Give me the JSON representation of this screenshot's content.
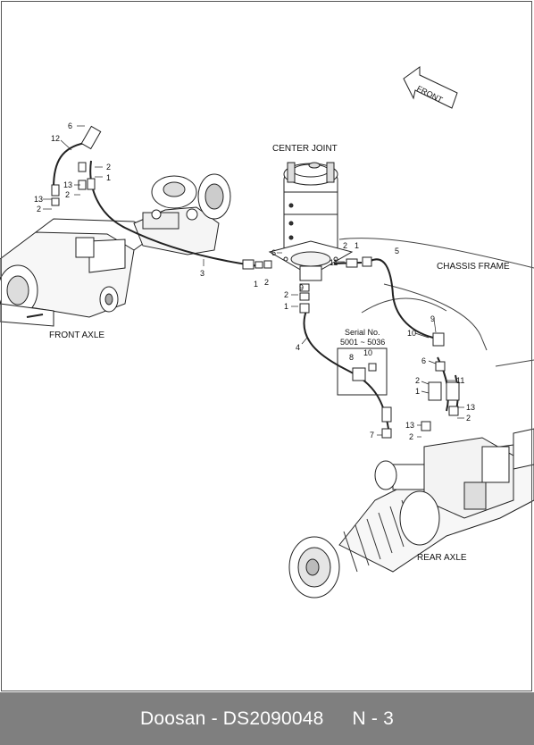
{
  "labels": {
    "front": "FRONT",
    "center_joint": "CENTER JOINT",
    "chassis_frame": "CHASSIS FRAME",
    "front_axle": "FRONT AXLE",
    "rear_axle": "REAR AXLE",
    "serial_no": "Serial No.",
    "serial_range": "5001 ~ 5036"
  },
  "callouts": {
    "p1_6": "6",
    "p1_12": "12",
    "p1_2a": "2",
    "p1_1a": "1",
    "p1_13a": "13",
    "p1_2b": "2",
    "p1_13b": "13",
    "p1_2c": "2",
    "p2_3": "3",
    "p2_1": "1",
    "p2_2": "2",
    "p2_6": "6",
    "p3_2": "2",
    "p3_1": "1",
    "p3_11": "11",
    "p3_5": "5",
    "p3_9": "9",
    "p3_2b": "2",
    "p3_1b": "1",
    "p3_4": "4",
    "p4_10": "10",
    "p4_8": "8",
    "p4_10b": "10",
    "p4_9": "9",
    "p4_6": "6",
    "p4_2": "2",
    "p4_11": "11",
    "p4_1": "1",
    "p4_13": "13",
    "p4_2b": "2",
    "p4_13b": "13",
    "p4_2c": "2",
    "p4_7": "7"
  },
  "footer": {
    "title": "Doosan - DS2090048",
    "page": "N - 3"
  }
}
